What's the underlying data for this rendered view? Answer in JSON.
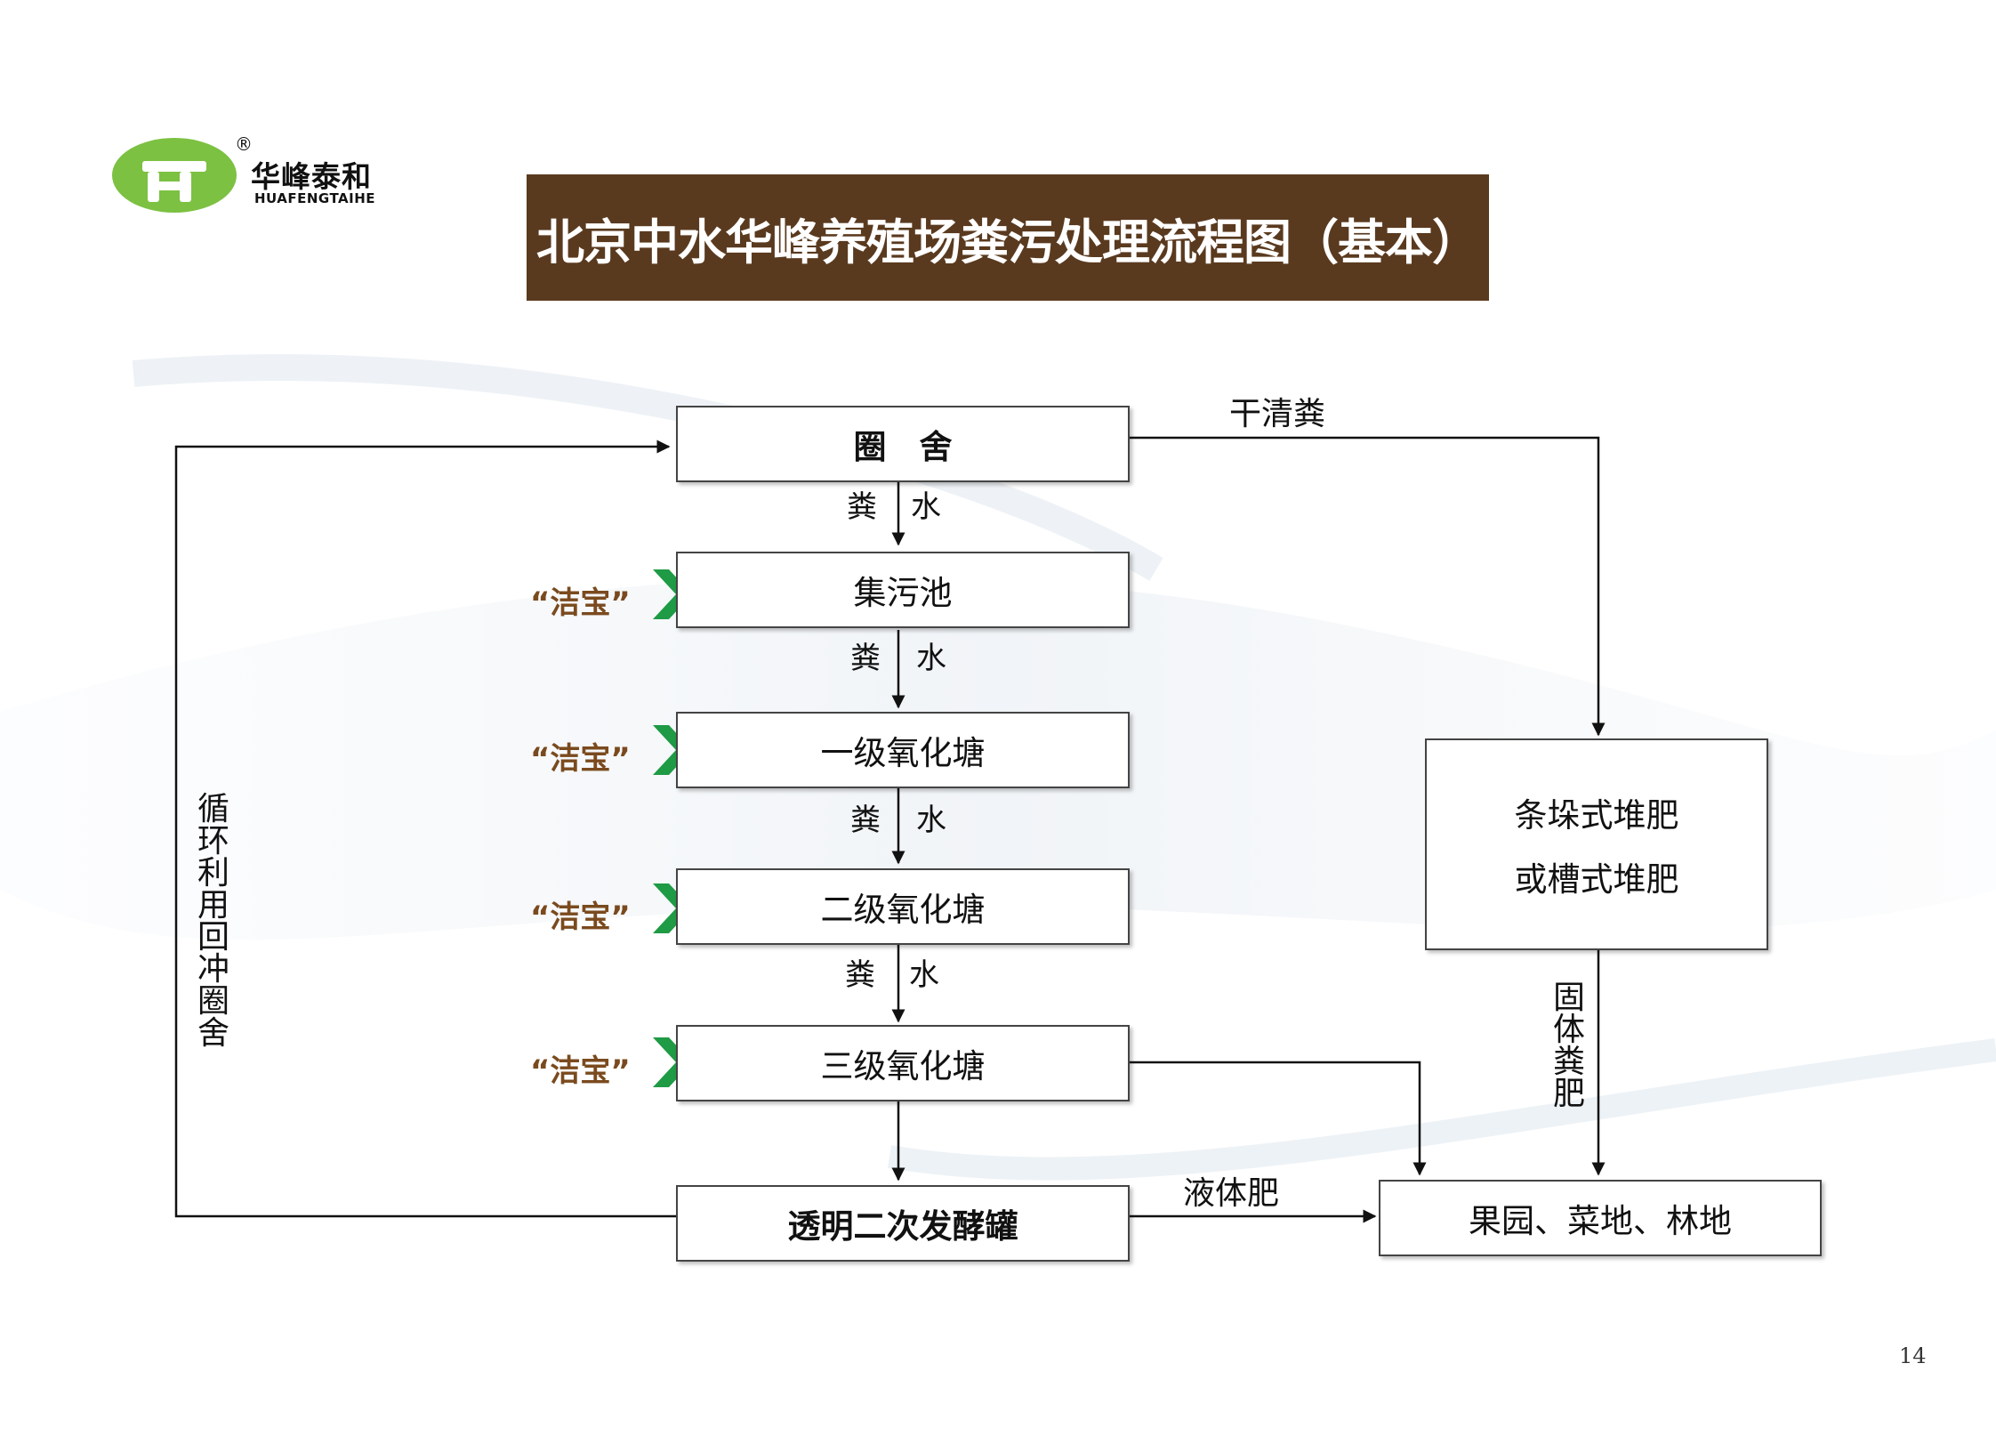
{
  "logo": {
    "name_cn": "华峰泰和",
    "name_en": "HUAFENGTAIHE",
    "registered_mark": "®",
    "brand_color": "#7cc142"
  },
  "title": "北京中水华峰养殖场粪污处理流程图（基本）",
  "title_bar_color": "#5a3a1f",
  "nodes": {
    "pen": "圈　舍",
    "collection_pool": "集污池",
    "oxidation_1": "一级氧化塘",
    "oxidation_2": "二级氧化塘",
    "oxidation_3": "三级氧化塘",
    "fermenter": "透明二次发酵罐",
    "compost": [
      "条垛式堆肥",
      "或槽式堆肥"
    ],
    "fields": "果园、菜地、林地"
  },
  "flow_labels": {
    "manure": "粪",
    "water": "水",
    "dry_manure": "干清粪",
    "liquid_fertilizer": "液体肥",
    "solid_fertilizer": "固体粪肥",
    "recycle": "循环利用回冲圈舍"
  },
  "additive_label": "“洁宝”",
  "additive_color": "#7a4a1e",
  "chevron_color": "#1f9a45",
  "page_number": "14"
}
